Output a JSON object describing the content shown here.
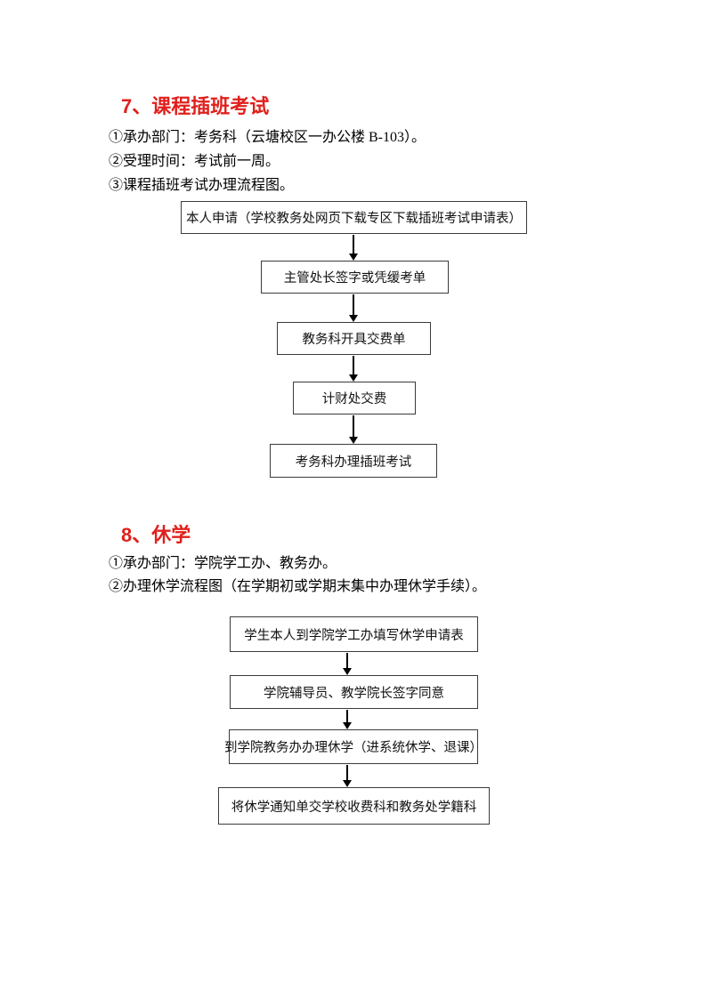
{
  "page": {
    "background": "#ffffff",
    "accent_red": "#e0201c"
  },
  "section7": {
    "heading": "7、课程插班考试",
    "items": [
      "①承办部门：考务科（云塘校区一办公楼 B-103）。",
      "②受理时间：考试前一周。",
      "③课程插班考试办理流程图。"
    ],
    "flow_steps": [
      "本人申请（学校教务处网页下载专区下载插班考试申请表）",
      "主管处长签字或凭缓考单",
      "教务科开具交费单",
      "计财处交费",
      "考务科办理插班考试"
    ]
  },
  "section8": {
    "heading": "8、休学",
    "items": [
      "①承办部门：学院学工办、教务办。",
      "②办理休学流程图（在学期初或学期末集中办理休学手续）。"
    ],
    "flow_steps": [
      "学生本人到学院学工办填写休学申请表",
      "学院辅导员、教学院长签字同意",
      "到学院教务办办理休学（进系统休学、退课）",
      "将休学通知单交学校收费科和教务处学籍科"
    ]
  }
}
